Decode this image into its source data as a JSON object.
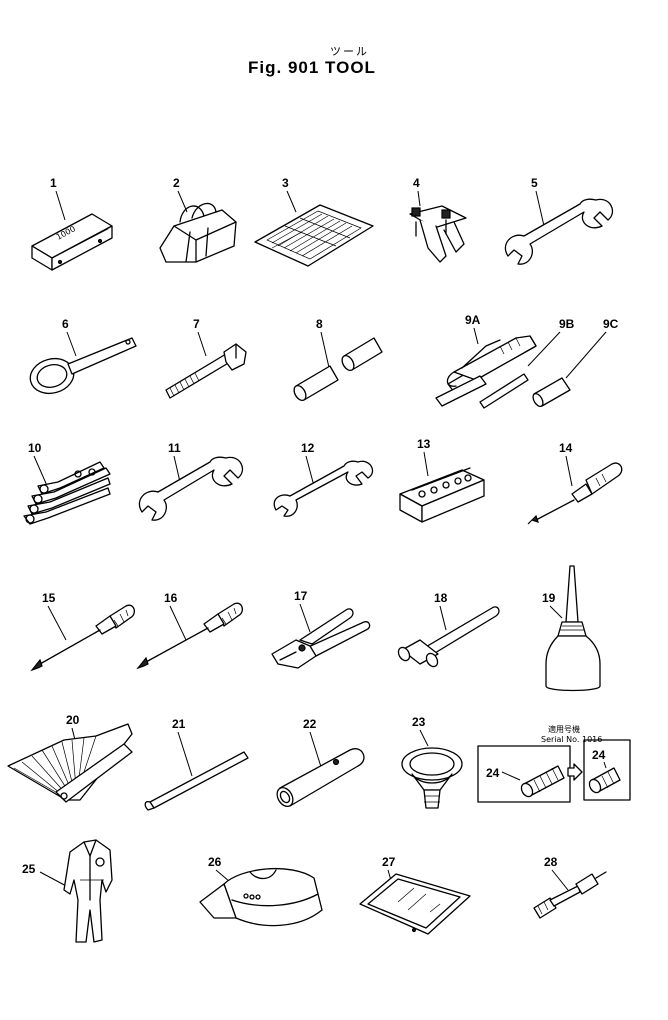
{
  "figure": {
    "title": "Fig. 901 TOOL",
    "title_jp": "ツール"
  },
  "serial_note": {
    "jp": "適用号機",
    "text": "Serial No. 1016–"
  },
  "parts": {
    "p1": "1",
    "p2": "2",
    "p3": "3",
    "p4": "4",
    "p5": "5",
    "p6": "6",
    "p7": "7",
    "p8": "8",
    "p9a": "9A",
    "p9b": "9B",
    "p9c": "9C",
    "p10": "10",
    "p11": "11",
    "p12": "12",
    "p13": "13",
    "p14": "14",
    "p15": "15",
    "p16": "16",
    "p17": "17",
    "p18": "18",
    "p19": "19",
    "p20": "20",
    "p21": "21",
    "p22": "22",
    "p23": "23",
    "p24a": "24",
    "p24b": "24",
    "p25": "25",
    "p26": "26",
    "p27": "27",
    "p28": "28"
  },
  "box_text": {
    "p1_box": "1000"
  }
}
